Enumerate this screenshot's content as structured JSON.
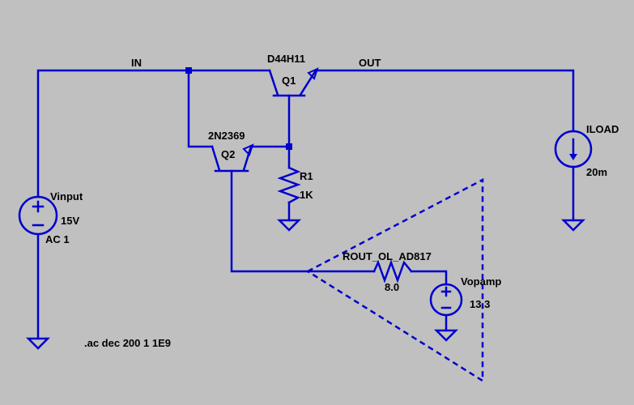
{
  "colors": {
    "background": "#c0c0c0",
    "wire": "#0000cd",
    "text": "#000000"
  },
  "nets": {
    "in": "IN",
    "out": "OUT"
  },
  "components": {
    "q1": {
      "model": "D44H11",
      "ref": "Q1"
    },
    "q2": {
      "model": "2N2369",
      "ref": "Q2"
    },
    "r1": {
      "ref": "R1",
      "value": "1K"
    },
    "vinput": {
      "ref": "Vinput",
      "value": "15V",
      "ac": "AC 1"
    },
    "iload": {
      "ref": "ILOAD",
      "value": "20m"
    },
    "rout": {
      "ref": "ROUT_OL_AD817",
      "value": "8.0"
    },
    "vopamp": {
      "ref": "Vopamp",
      "value": "13.3"
    }
  },
  "directive": ".ac dec 200 1 1E9"
}
